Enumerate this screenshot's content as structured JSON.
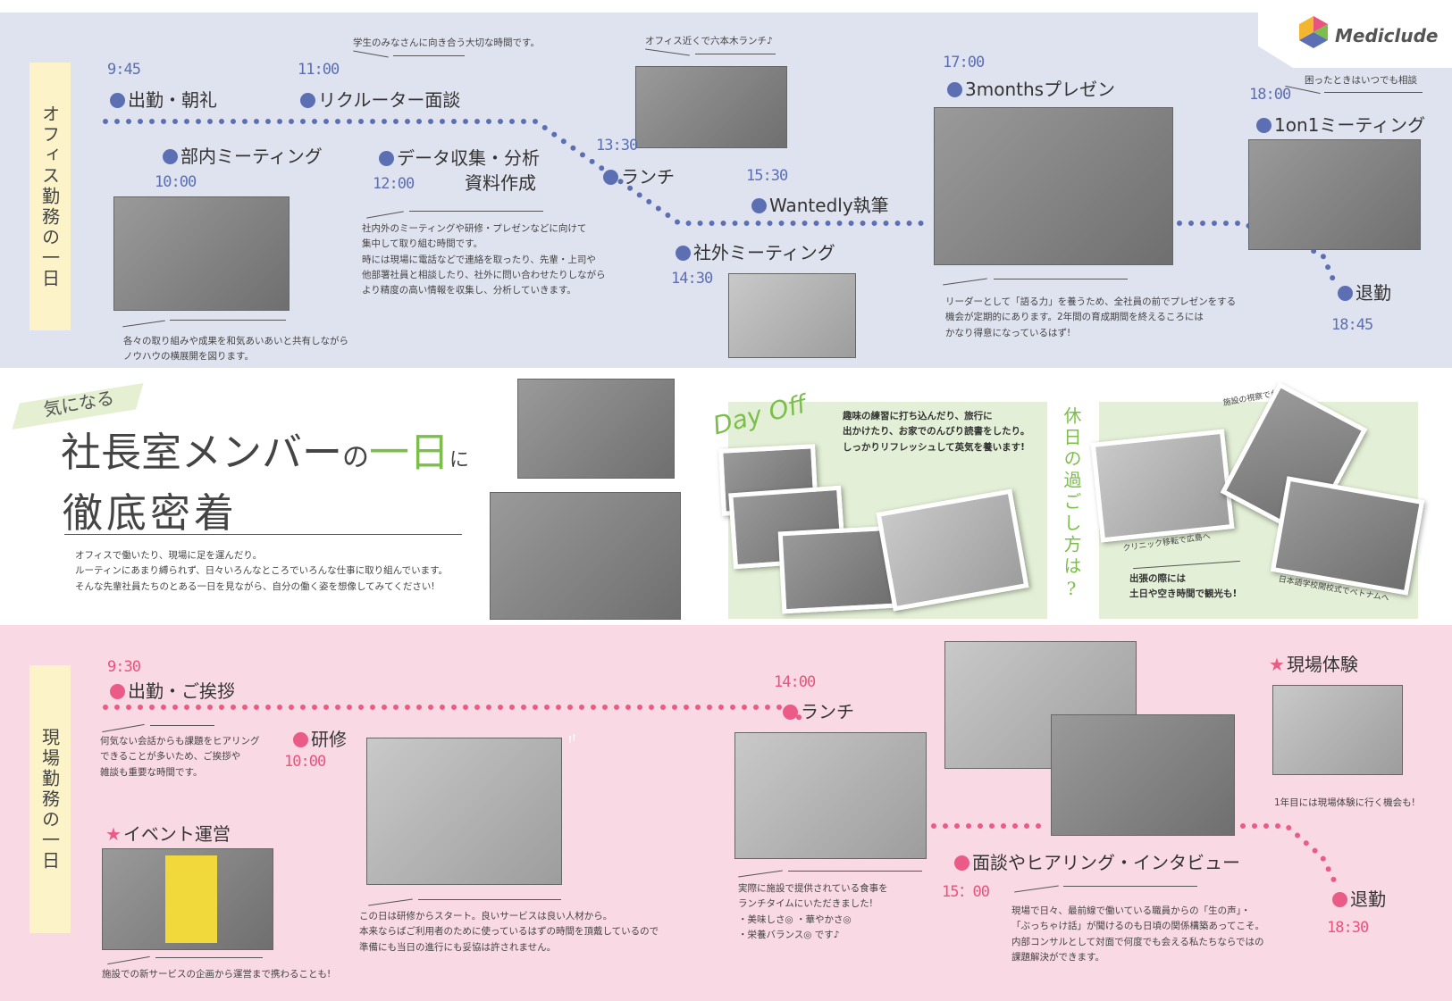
{
  "brand": {
    "name": "Mediclude",
    "colors": [
      "#e8547f",
      "#5c6fb3",
      "#7bbf4a"
    ]
  },
  "office": {
    "label": "オフィス勤務の一日",
    "events": {
      "checkin": {
        "time": "9:45",
        "label": "出勤・朝礼"
      },
      "dept_meeting": {
        "time": "10:00",
        "label": "部内ミーティング",
        "note": [
          "各々の取り組みや成果を和気あいあいと共有しながら",
          "ノウハウの横展開を図ります。"
        ]
      },
      "recruiter": {
        "time": "11:00",
        "label": "リクルーター面談",
        "note": "学生のみなさんに向き合う大切な時間です。"
      },
      "data": {
        "time": "12:00",
        "label_line1": "データ収集・分析",
        "label_line2": "資料作成",
        "note": [
          "社内外のミーティングや研修・プレゼンなどに向けて",
          "集中して取り組む時間です。",
          "時には現場に電話などで連絡を取ったり、先輩・上司や",
          "他部署社員と相談したり、社外に問い合わせたりしながら",
          "より精度の高い情報を収集し、分析していきます。"
        ]
      },
      "lunch": {
        "time": "13:30",
        "label": "ランチ",
        "note": "オフィス近くで六本木ランチ♪"
      },
      "external": {
        "time": "14:30",
        "label": "社外ミーティング"
      },
      "wantedly": {
        "time": "15:30",
        "label": "Wantedly執筆"
      },
      "presen": {
        "time": "17:00",
        "label": "3monthsプレゼン",
        "note": [
          "リーダーとして「語る力」を養うため、全社員の前でプレゼンをする",
          "機会が定期的にあります。2年間の育成期間を終えるころには",
          "かなり得意になっているはず!"
        ]
      },
      "one_on_one": {
        "time": "18:00",
        "label": "1on1ミーティング",
        "note": "困ったときはいつでも相談"
      },
      "leave": {
        "time": "18:45",
        "label": "退勤"
      }
    }
  },
  "headline": {
    "kicker": "気になる",
    "title_a": "社長室メンバー",
    "title_no": "の",
    "title_b": "一日",
    "title_ni": "に",
    "title_line2": "徹底密着",
    "intro": [
      "オフィスで働いたり、現場に足を運んだり。",
      "ルーティンにあまり縛られず、日々いろんなところでいろんな仕事に取り組んでいます。",
      "そんな先輩社員たちのとある一日を見ながら、自分の働く姿を想像してみてください!"
    ]
  },
  "dayoff": {
    "title": "Day Off",
    "note": [
      "趣味の練習に打ち込んだり、旅行に",
      "出かけたり、お家でのんびり読書をしたり。",
      "しっかりリフレッシュして英気を養います!"
    ],
    "question": "休日の過ごし方は?",
    "captions": {
      "taiwan": "施設の視察で台湾へ",
      "hiroshima": "クリニック移転で広島へ",
      "vietnam": "日本語学校開校式でベトナムへ"
    },
    "trip_note": [
      "出張の際には",
      "土日や空き時間で観光も!"
    ]
  },
  "field": {
    "label": "現場勤務の一日",
    "events": {
      "checkin": {
        "time": "9:30",
        "label": "出勤・ご挨拶",
        "note": [
          "何気ない会話からも課題をヒアリング",
          "できることが多いため、ご挨拶や",
          "雑談も重要な時間です。"
        ]
      },
      "training": {
        "time": "10:00",
        "label": "研修",
        "note": [
          "この日は研修からスタート。良いサービスは良い人材から。",
          "本来ならばご利用者のために使っているはずの時間を頂戴しているので",
          "準備にも当日の進行にも妥協は許されません。"
        ]
      },
      "event": {
        "label": "イベント運営",
        "note": "施設での新サービスの企画から運営まで携わることも!"
      },
      "lunch": {
        "time": "14:00",
        "label": "ランチ",
        "note": [
          "実際に施設で提供されている食事を",
          "ランチタイムにいただきました!",
          "・美味しさ◎ ・華やかさ◎",
          "・栄養バランス◎  です♪"
        ]
      },
      "interview": {
        "time": "15：00",
        "label": "面談やヒアリング・インタビュー",
        "note": [
          "現場で日々、最前線で働いている職員からの「生の声」・",
          "「ぶっちゃけ話」が聞けるのも日頃の関係構築あってこそ。",
          "内部コンサルとして対面で何度でも会える私たちならではの",
          "課題解決ができます。"
        ]
      },
      "experience": {
        "label": "現場体験",
        "note": "1年目には現場体験に行く機会も!"
      },
      "leave": {
        "time": "18:30",
        "label": "退勤"
      }
    }
  }
}
